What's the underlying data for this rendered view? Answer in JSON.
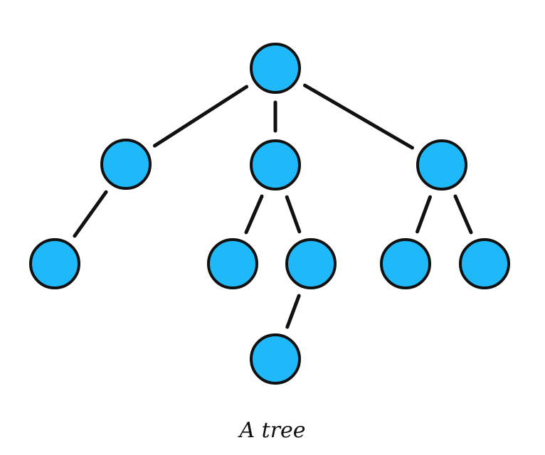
{
  "diagram": {
    "node_fill": "#1FB9FA",
    "stroke_color": "#111111",
    "nodes": [
      {
        "id": "root"
      },
      {
        "id": "left"
      },
      {
        "id": "middle"
      },
      {
        "id": "right"
      },
      {
        "id": "left-child"
      },
      {
        "id": "middle-left-child"
      },
      {
        "id": "middle-right-child"
      },
      {
        "id": "middle-right-grandchild"
      },
      {
        "id": "right-left-child"
      },
      {
        "id": "right-right-child"
      }
    ],
    "edges": [
      [
        "root",
        "left"
      ],
      [
        "root",
        "middle"
      ],
      [
        "root",
        "right"
      ],
      [
        "left",
        "left-child"
      ],
      [
        "middle",
        "middle-left-child"
      ],
      [
        "middle",
        "middle-right-child"
      ],
      [
        "middle-right-child",
        "middle-right-grandchild"
      ],
      [
        "right",
        "right-left-child"
      ],
      [
        "right",
        "right-right-child"
      ]
    ],
    "caption": "A tree"
  }
}
